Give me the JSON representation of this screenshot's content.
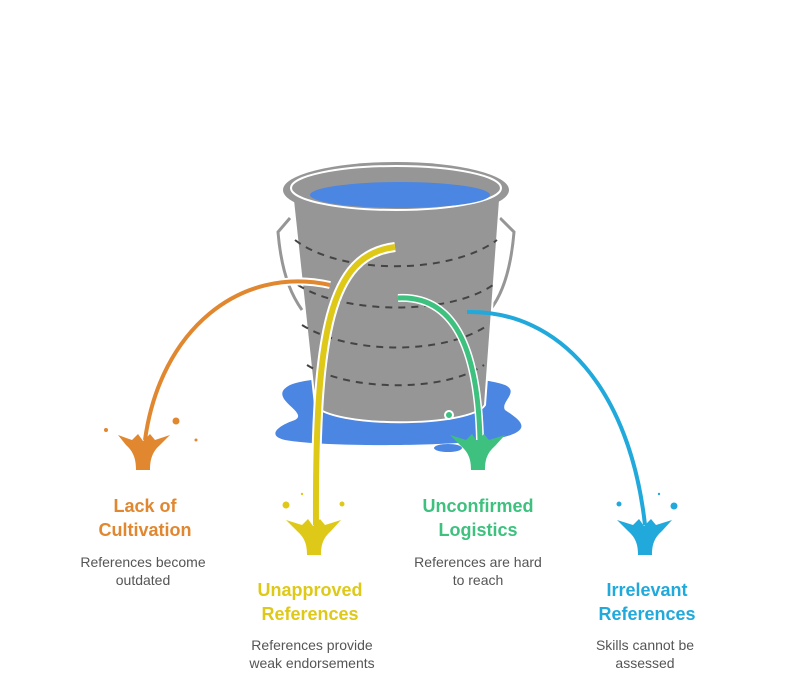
{
  "colors": {
    "bucket": "#969696",
    "water": "#4B86E3",
    "orange": "#E0872F",
    "yellow": "#DFC918",
    "green": "#3EC17F",
    "blue": "#22A9DB"
  },
  "items": [
    {
      "title_line1": "Lack of",
      "title_line2": "Cultivation",
      "desc_line1": "References become",
      "desc_line2": "outdated"
    },
    {
      "title_line1": "Unapproved",
      "title_line2": "References",
      "desc_line1": "References provide",
      "desc_line2": "weak endorsements"
    },
    {
      "title_line1": "Unconfirmed",
      "title_line2": "Logistics",
      "desc_line1": "References are hard",
      "desc_line2": "to reach"
    },
    {
      "title_line1": "Irrelevant",
      "title_line2": "References",
      "desc_line1": "Skills cannot be",
      "desc_line2": "assessed"
    }
  ]
}
